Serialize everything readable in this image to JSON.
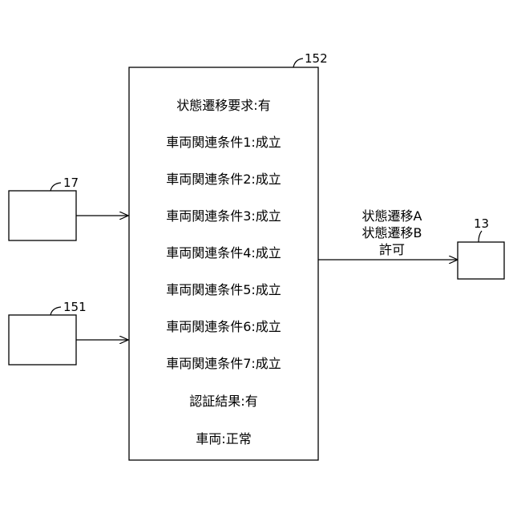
{
  "main_block": {
    "ref": "152",
    "lines": [
      "状態遷移要求:有",
      "車両関連条件1:成立",
      "車両関連条件2:成立",
      "車両関連条件3:成立",
      "車両関連条件4:成立",
      "車両関連条件5:成立",
      "車両関連条件6:成立",
      "車両関連条件7:成立",
      "認証結果:有",
      "車両:正常"
    ]
  },
  "input_block_1": {
    "ref": "17"
  },
  "input_block_2": {
    "ref": "151"
  },
  "output_block": {
    "ref": "13"
  },
  "output_label": [
    "状態遷移A",
    "状態遷移B",
    "許可"
  ]
}
